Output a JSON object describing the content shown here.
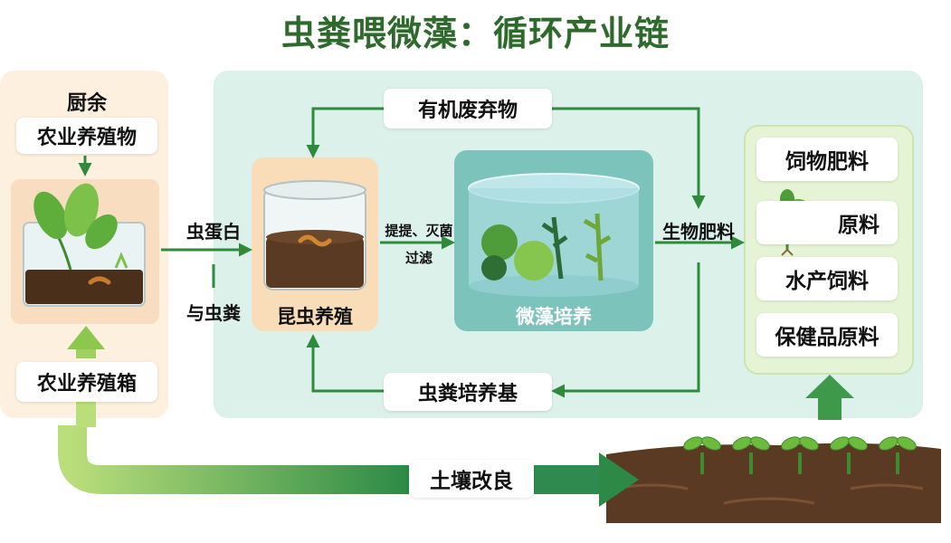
{
  "title": "虫粪喂微藻：循环产业链",
  "left": {
    "top_label": "厨余",
    "input_label": "农业养殖物",
    "box_label": "农业养殖箱"
  },
  "flow": {
    "insect_protein": "虫蛋白",
    "frass": "与虫粪",
    "insect_farming": "昆虫养殖",
    "extract_line1": "提提、灭菌",
    "extract_line2": "过滤",
    "algae_culture": "微藻培养",
    "organic_waste": "有机废弃物",
    "frass_medium": "虫粪培养基",
    "bio_fertilizer": "生物肥料",
    "soil_improvement": "土壤改良"
  },
  "outputs": {
    "feed_fertilizer": "饲物肥料",
    "raw_material": "原料",
    "aquatic_feed": "水产饲料",
    "health_raw": "保健品原料"
  },
  "colors": {
    "title": "#2e6a2c",
    "arrow": "#2f8a3c",
    "left_panel": "#fdf0de",
    "main_panel": "#dcf1ea",
    "output_panel": "#e6f4d6",
    "soil": "#5a3a22"
  }
}
